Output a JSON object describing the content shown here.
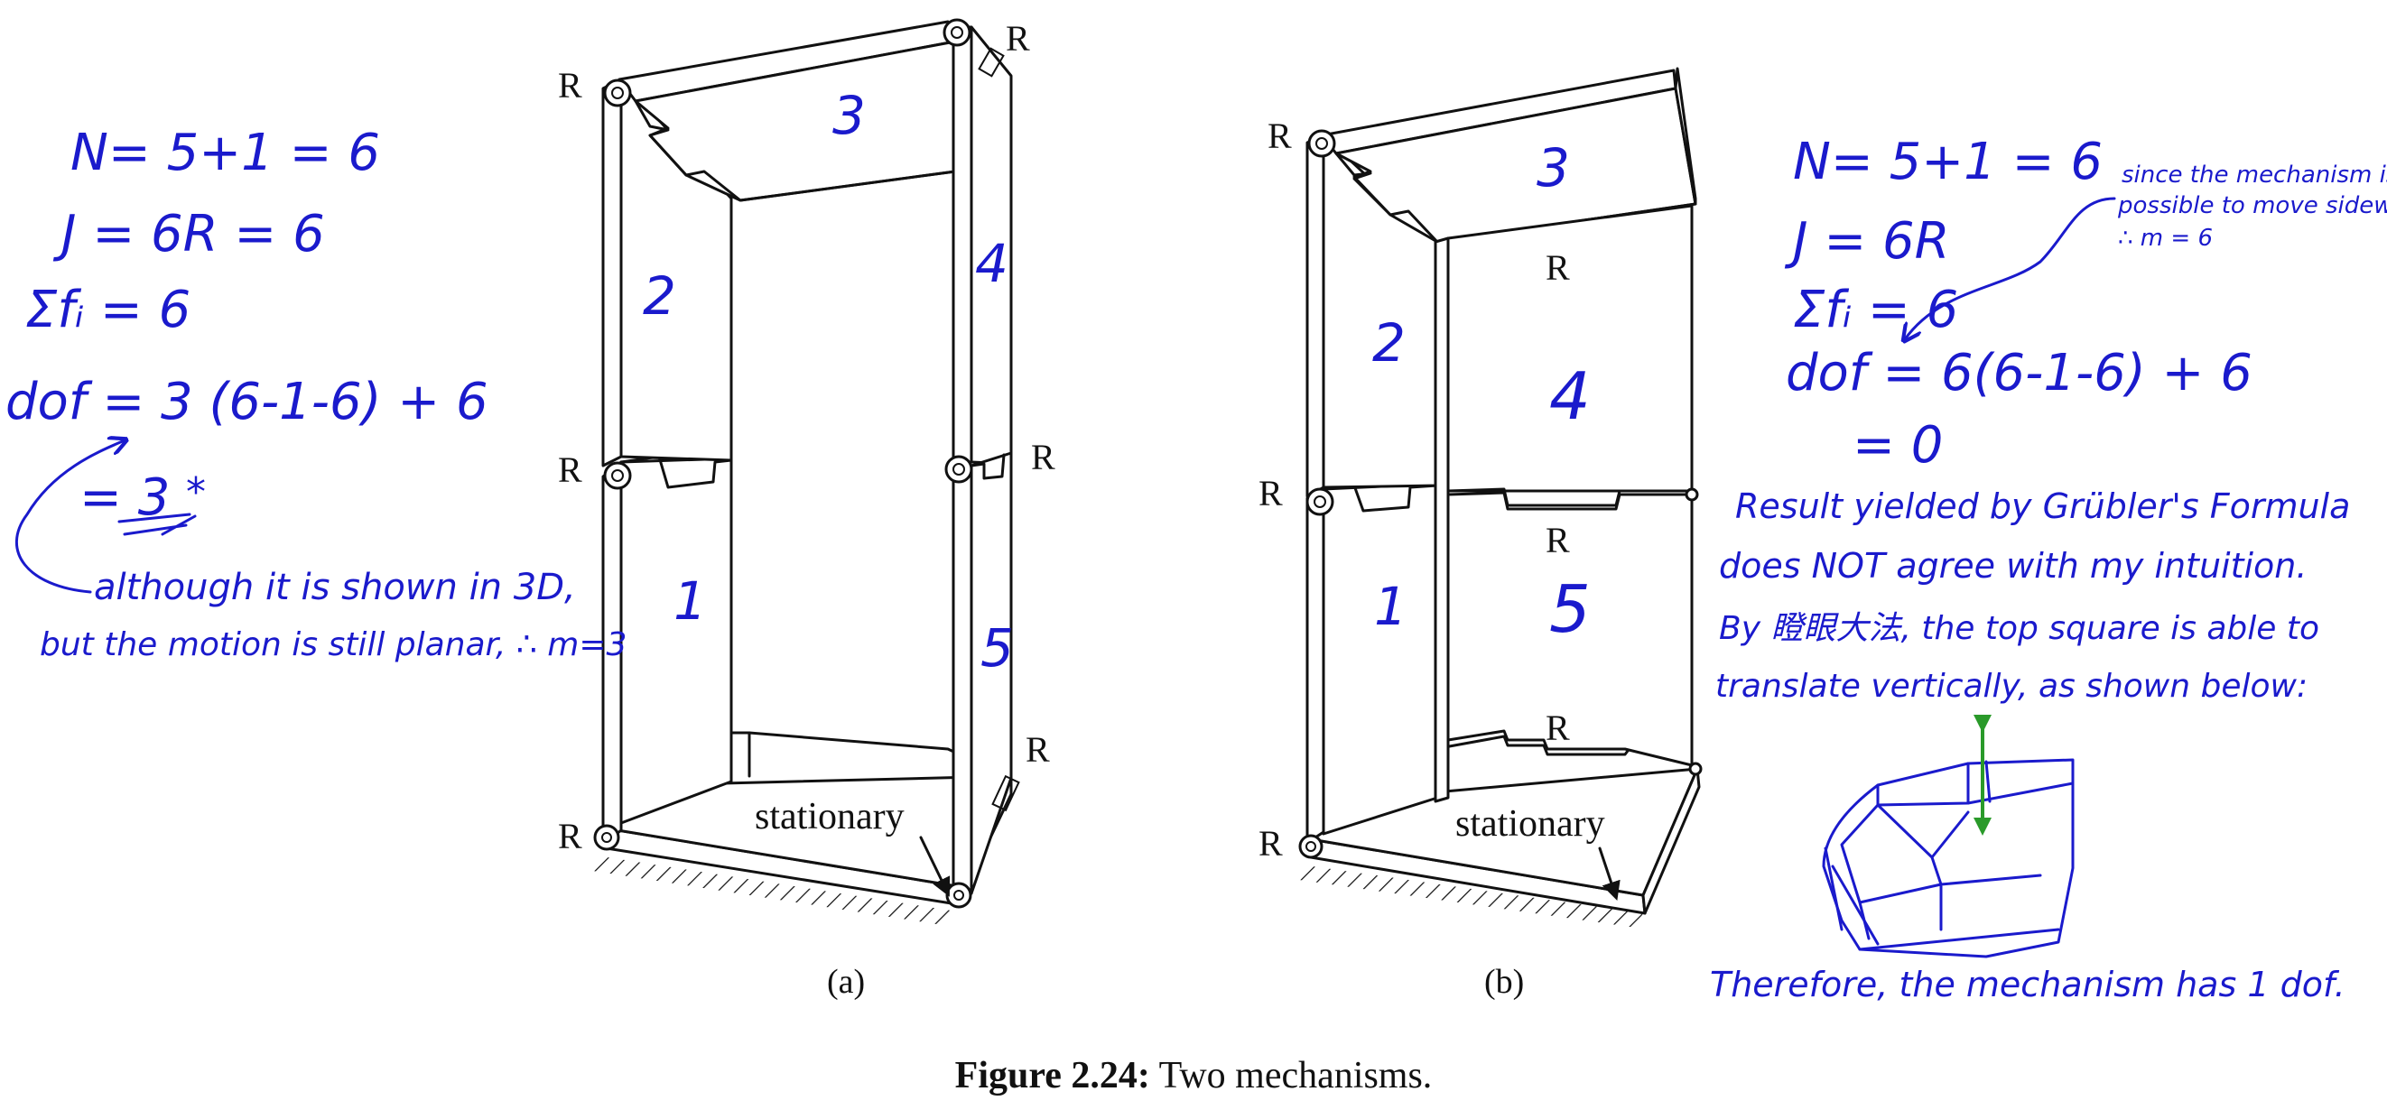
{
  "figure": {
    "caption_label": "Figure 2.24:",
    "caption_text": "Two mechanisms.",
    "joint_label": "R",
    "stationary_label": "stationary",
    "panel_a": {
      "sublabel": "(a)",
      "links": [
        "1",
        "2",
        "3",
        "4",
        "5"
      ]
    },
    "panel_b": {
      "sublabel": "(b)",
      "links": [
        "1",
        "2",
        "3",
        "4",
        "5"
      ]
    }
  },
  "notes_a": {
    "line1": "N= 5+1 = 6",
    "line2": "J = 6R = 6",
    "line3": "Σfᵢ = 6",
    "line4": "dof = 3 (6-1-6) + 6",
    "line5": "= 3",
    "line5_mark": "*",
    "line6": "although it is shown in 3D,",
    "line7": "but the motion is still planar, ∴ m=3"
  },
  "notes_b": {
    "line1": "N= 5+1 = 6",
    "line2": "J = 6R",
    "line3": "Σfᵢ = 6",
    "line4": "dof = 6(6-1-6) + 6",
    "line5": "= 0",
    "side1": "since the mechanism is",
    "side2": "possible to move sideways,",
    "side3": "∴ m = 6",
    "p1": "Result yielded by Grübler's Formula",
    "p2": "does NOT agree with my intuition.",
    "p3": "By 瞪眼大法, the top square is able to",
    "p4": "translate vertically, as shown below:",
    "conclusion": "Therefore, the mechanism has 1 dof."
  },
  "colors": {
    "ink": "#111111",
    "handwriting": "#1a1acc",
    "arrow": "#2a9a2a"
  }
}
